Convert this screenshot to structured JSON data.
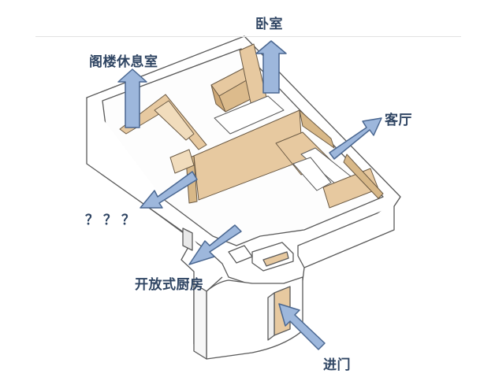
{
  "labels": {
    "attic_lounge": "阁楼休息室",
    "bedroom": "卧室",
    "living_room": "客厅",
    "unknown": "？？？",
    "open_kitchen": "开放式厨房",
    "entrance": "进门"
  },
  "colors": {
    "label_text": "#2f4563",
    "arrow_fill": "#9db7dc",
    "arrow_stroke": "#4a6791",
    "wood": "#e7c9a0",
    "wall": "#ffffff",
    "outline": "#5a5a5a"
  }
}
